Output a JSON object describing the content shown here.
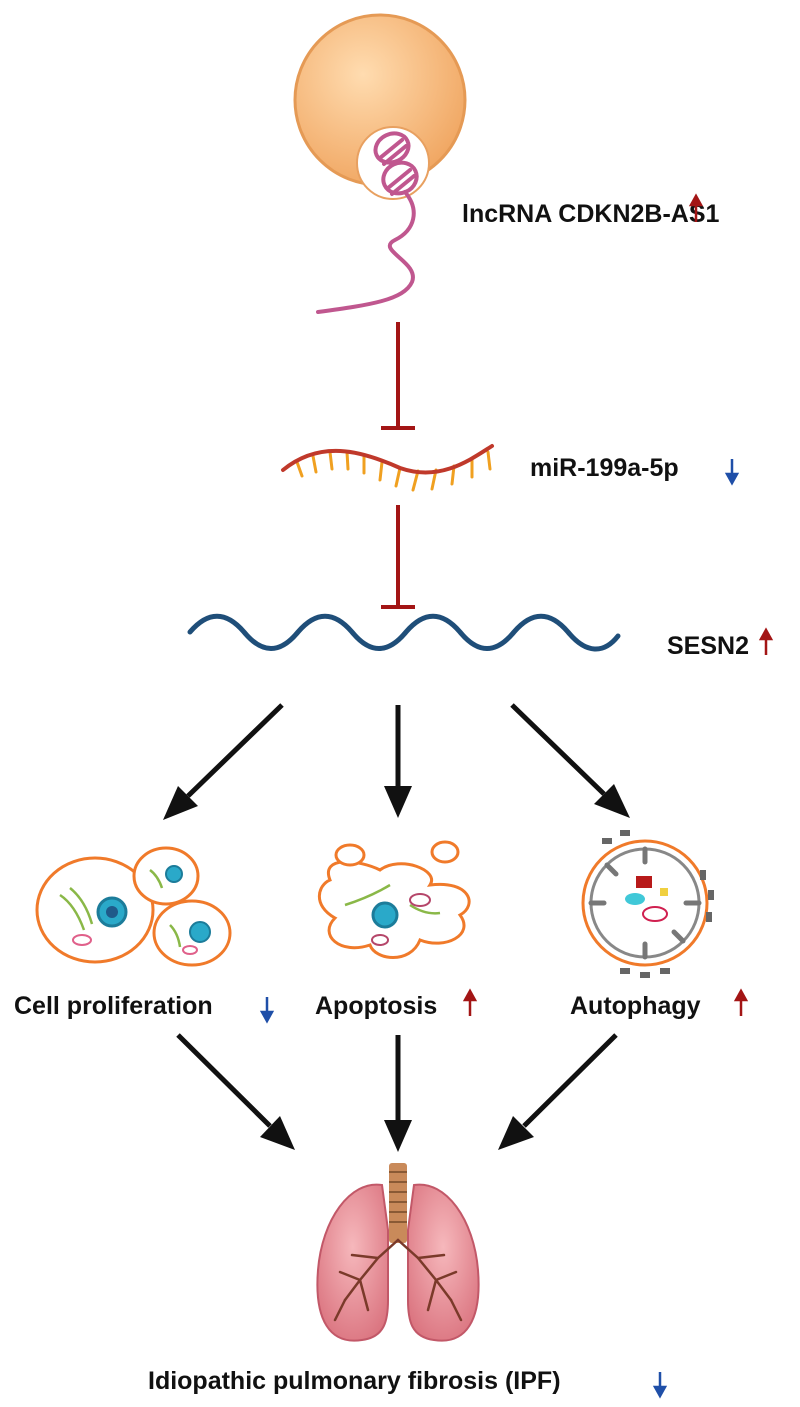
{
  "labels": {
    "lncrna": "lncRNA CDKN2B-AS1",
    "mirna": "miR-199a-5p",
    "sesn2": "SESN2",
    "proliferation": "Cell proliferation",
    "apoptosis": "Apoptosis",
    "autophagy": "Autophagy",
    "ipf": "Idiopathic pulmonary fibrosis (IPF)"
  },
  "changes": {
    "lncrna": "up",
    "mirna": "down",
    "sesn2": "up",
    "proliferation": "down",
    "apoptosis": "up",
    "autophagy": "up",
    "ipf": "down"
  },
  "colors": {
    "up_arrow": "#a31515",
    "down_arrow": "#1f4fa8",
    "inhibit_line": "#a31515",
    "flow_arrow": "#111111",
    "cell_sphere": "#f2b070",
    "lncrna_strand": "#c0578f",
    "mirna_backbone": "#c0392b",
    "mirna_teeth": "#f0a020",
    "sesn2_wave": "#1f4e79",
    "cell_outline": "#f07a2a",
    "lung": "#e88c94",
    "trachea": "#c98a5a"
  },
  "icons": {
    "lncrna": "cell-with-rna-icon",
    "mirna": "mirna-strand-icon",
    "sesn2": "mrna-wave-icon",
    "proliferation": "dividing-cells-icon",
    "apoptosis": "apoptotic-cell-icon",
    "autophagy": "autophagosome-icon",
    "ipf": "lungs-icon"
  }
}
